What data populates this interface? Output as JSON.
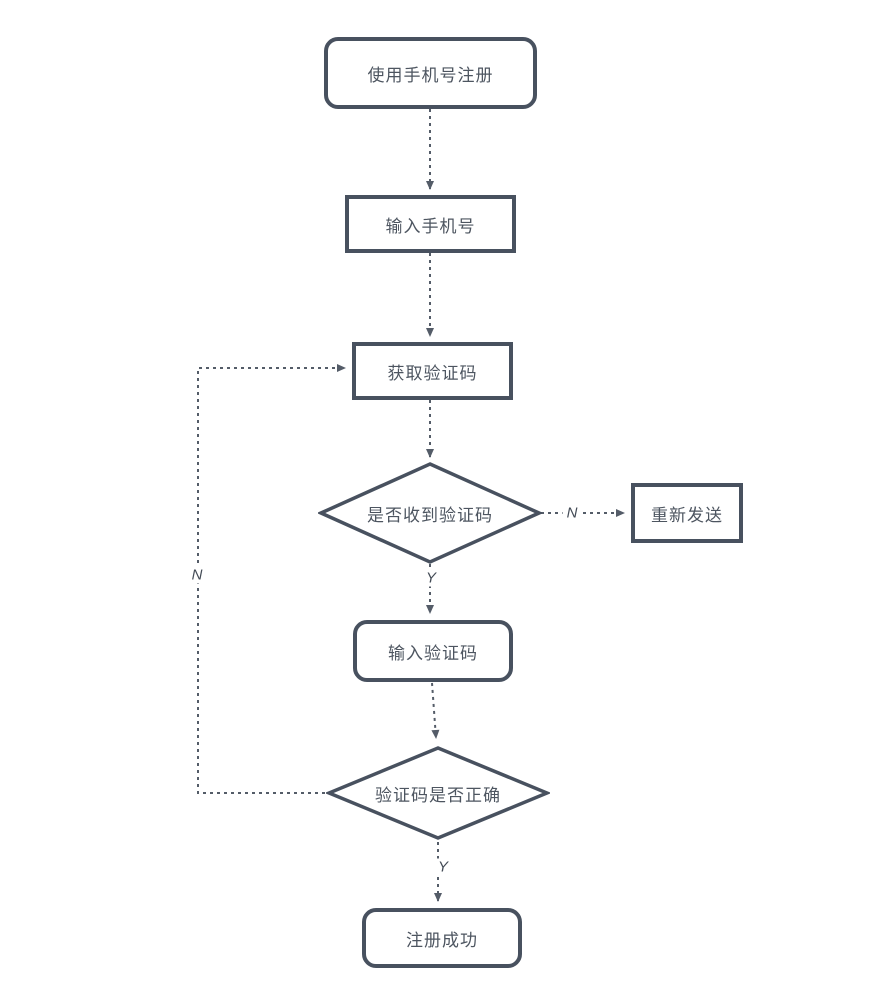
{
  "diagram": {
    "nodes": {
      "start": {
        "label": "使用手机号注册"
      },
      "enter_phone": {
        "label": "输入手机号"
      },
      "get_code": {
        "label": "获取验证码"
      },
      "received_check": {
        "label": "是否收到验证码"
      },
      "resend": {
        "label": "重新发送"
      },
      "enter_code": {
        "label": "输入验证码"
      },
      "correct_check": {
        "label": "验证码是否正确"
      },
      "success": {
        "label": "注册成功"
      }
    },
    "edges": [
      {
        "from": "start",
        "to": "enter_phone",
        "label": ""
      },
      {
        "from": "enter_phone",
        "to": "get_code",
        "label": ""
      },
      {
        "from": "get_code",
        "to": "received_check",
        "label": ""
      },
      {
        "from": "received_check",
        "to": "resend",
        "label": "N"
      },
      {
        "from": "received_check",
        "to": "enter_code",
        "label": "Y"
      },
      {
        "from": "enter_code",
        "to": "correct_check",
        "label": ""
      },
      {
        "from": "correct_check",
        "to": "get_code",
        "label": "N"
      },
      {
        "from": "correct_check",
        "to": "success",
        "label": "Y"
      }
    ],
    "colors": {
      "shape_stroke": "#48515f",
      "connector": "#545c68",
      "text": "#4d5560",
      "background": "#ffffff"
    }
  }
}
